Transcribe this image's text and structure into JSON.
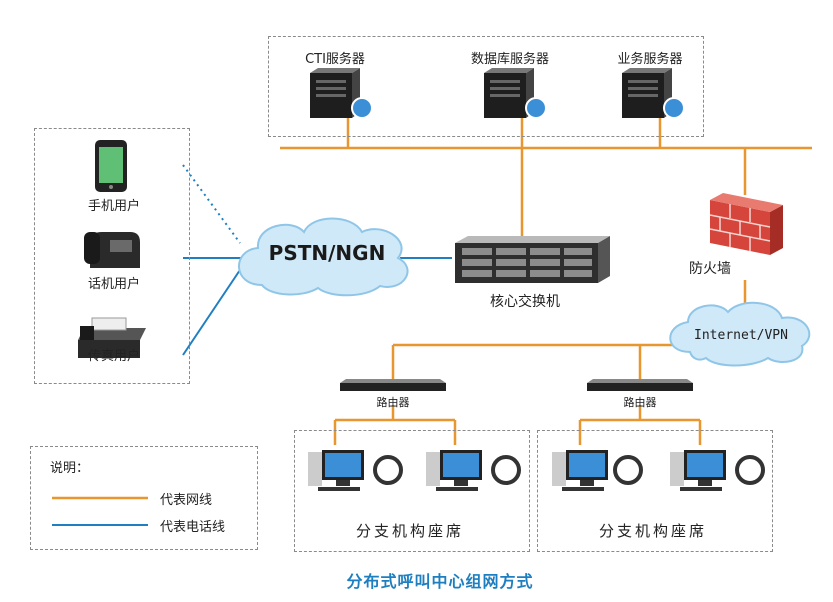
{
  "servers": [
    "CTI服务器",
    "数据库服务器",
    "业务服务器"
  ],
  "users": [
    "手机用户",
    "话机用户",
    "传真用户"
  ],
  "pstn_label": "PSTN/NGN",
  "core_switch_label": "核心交换机",
  "firewall_label": "防火墙",
  "internet_label": "Internet/VPN",
  "router_label": "路由器",
  "branch_label": "分支机构座席",
  "legend": {
    "title": "说明：",
    "network_line": "代表网线",
    "phone_line": "代表电话线"
  },
  "colors": {
    "network": "#e8962f",
    "phone": "#1f7fc1",
    "caption": "#1e7fc0"
  },
  "caption": "分布式呼叫中心组网方式"
}
